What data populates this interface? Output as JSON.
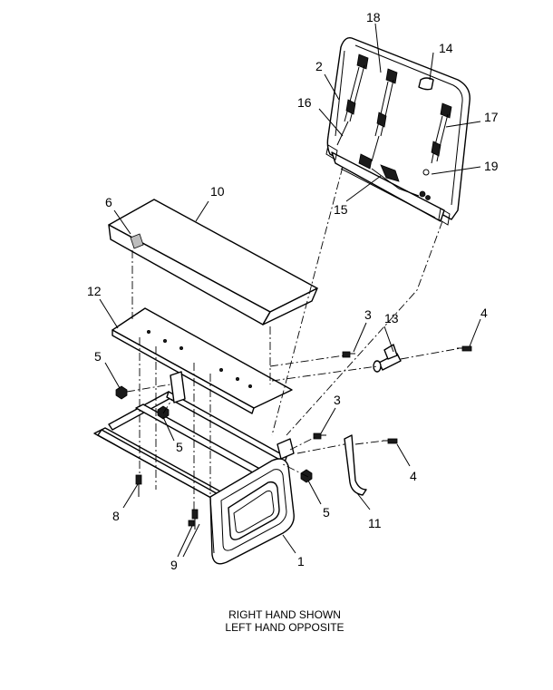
{
  "callouts": [
    {
      "id": "c1",
      "text": "1"
    },
    {
      "id": "c2",
      "text": "2"
    },
    {
      "id": "c3a",
      "text": "3"
    },
    {
      "id": "c3b",
      "text": "3"
    },
    {
      "id": "c4a",
      "text": "4"
    },
    {
      "id": "c4b",
      "text": "4"
    },
    {
      "id": "c5a",
      "text": "5"
    },
    {
      "id": "c5b",
      "text": "5"
    },
    {
      "id": "c5c",
      "text": "5"
    },
    {
      "id": "c6",
      "text": "6"
    },
    {
      "id": "c8",
      "text": "8"
    },
    {
      "id": "c9",
      "text": "9"
    },
    {
      "id": "c10",
      "text": "10"
    },
    {
      "id": "c11",
      "text": "11"
    },
    {
      "id": "c12",
      "text": "12"
    },
    {
      "id": "c13",
      "text": "13"
    },
    {
      "id": "c14",
      "text": "14"
    },
    {
      "id": "c15",
      "text": "15"
    },
    {
      "id": "c16",
      "text": "16"
    },
    {
      "id": "c17",
      "text": "17"
    },
    {
      "id": "c18",
      "text": "18"
    },
    {
      "id": "c19",
      "text": "19"
    }
  ],
  "caption": {
    "line1": "RIGHT HAND SHOWN",
    "line2": "LEFT HAND OPPOSITE"
  }
}
